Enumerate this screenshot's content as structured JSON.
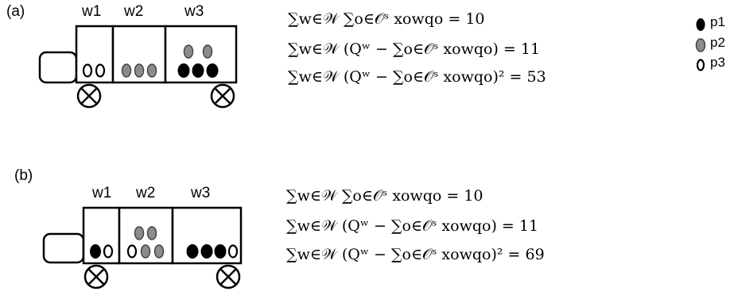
{
  "panels": [
    {
      "label": "(a)",
      "compartments": [
        "w1",
        "w2",
        "w3"
      ],
      "equations": [
        "∑w∈𝒲 ∑o∈𝒪ˢ xowqo = 10",
        "∑w∈𝒲 (Qʷ − ∑o∈𝒪ˢ xowqo) = 11",
        "∑w∈𝒲 (Qʷ − ∑o∈𝒪ˢ xowqo)² = 53"
      ]
    },
    {
      "label": "(b)",
      "compartments": [
        "w1",
        "w2",
        "w3"
      ],
      "equations": [
        "∑w∈𝒲 ∑o∈𝒪ˢ xowqo = 10",
        "∑w∈𝒲 (Qʷ − ∑o∈𝒪ˢ xowqo) = 11",
        "∑w∈𝒲 (Qʷ − ∑o∈𝒪ˢ xowqo)² = 69"
      ]
    }
  ],
  "legend": [
    {
      "label": "p1",
      "style": "black"
    },
    {
      "label": "p2",
      "style": "gray"
    },
    {
      "label": "p3",
      "style": "white"
    }
  ],
  "colors": {
    "p1": "#000000",
    "p2": "#8c8c8c",
    "p3": "#ffffff",
    "stroke": "#000000"
  }
}
